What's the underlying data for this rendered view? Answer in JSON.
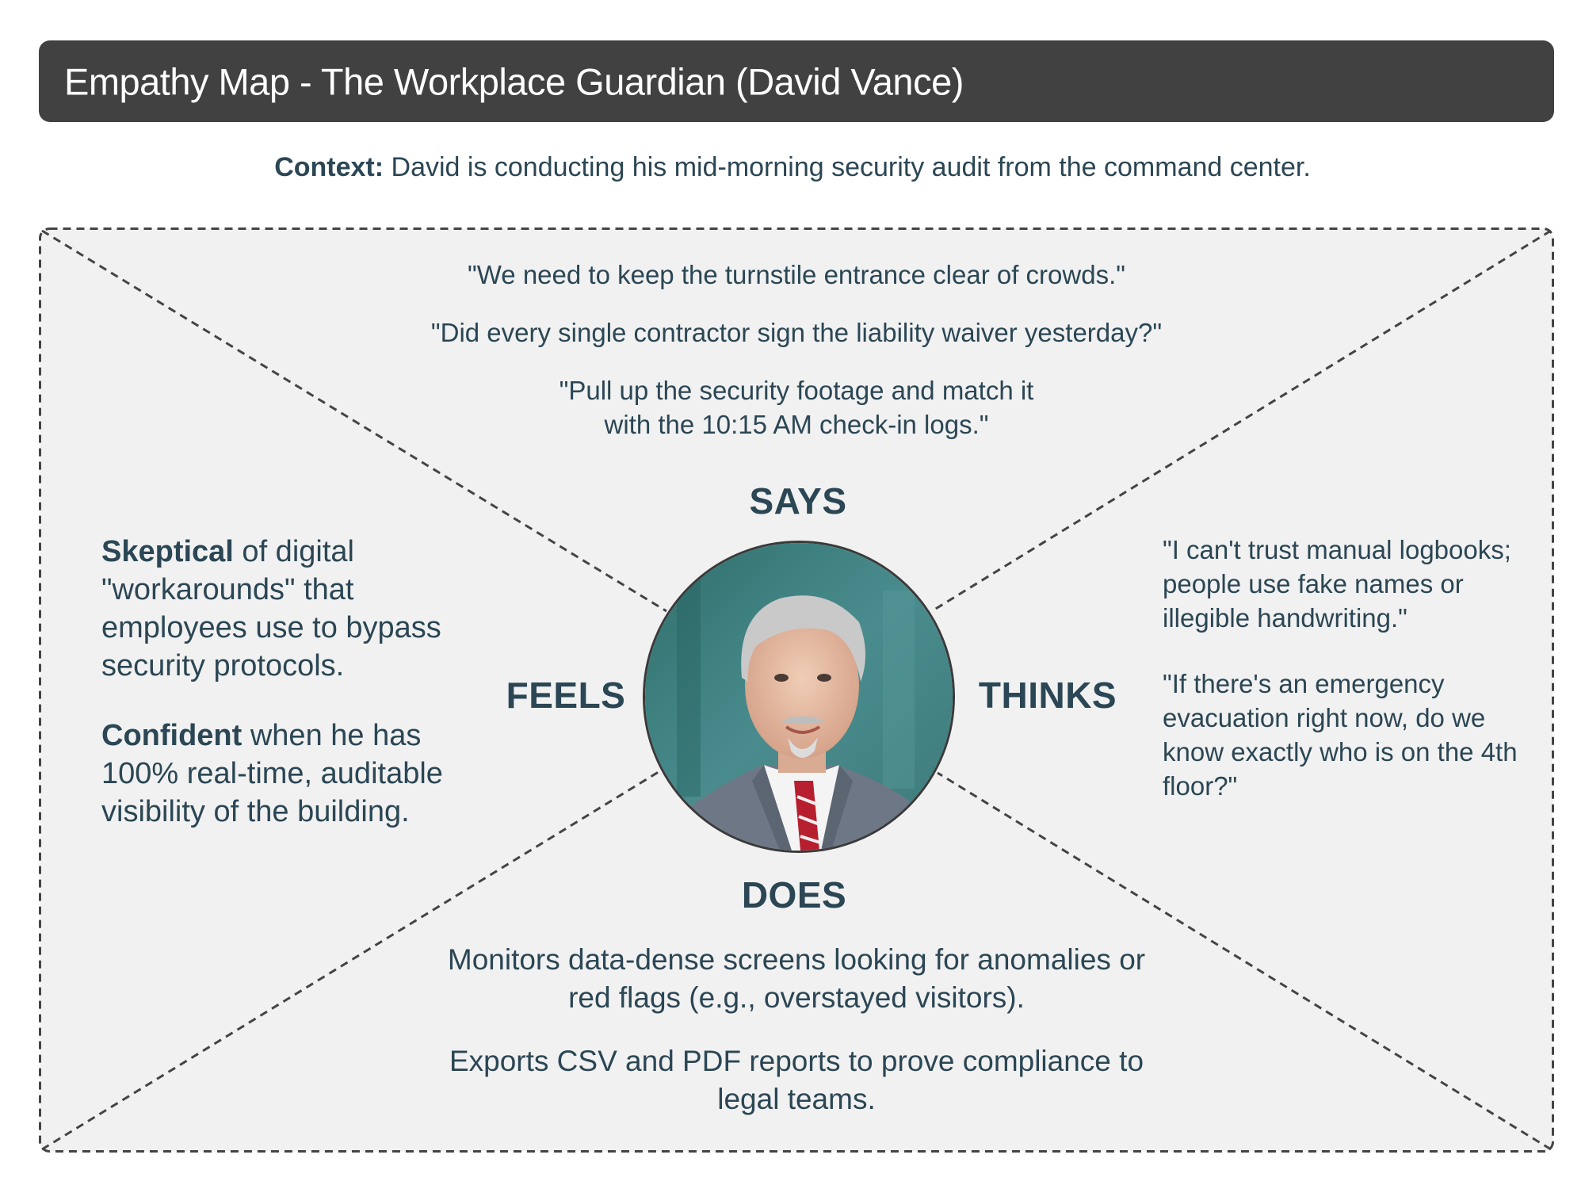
{
  "header": {
    "title": "Empathy Map - The Workplace Guardian (David Vance)"
  },
  "context": {
    "label": "Context:",
    "text": " David is conducting his mid-morning security audit from the command center."
  },
  "quadrants": {
    "says": {
      "label": "SAYS",
      "items": [
        "\"We need to keep the turnstile entrance clear of crowds.\"",
        "\"Did every single contractor sign the liability waiver yesterday?\"",
        "\"Pull up the security footage and match it with the 10:15 AM check-in logs.\""
      ]
    },
    "thinks": {
      "label": "THINKS",
      "items": [
        "\"I can't trust manual logbooks; people use fake names or illegible handwriting.\"",
        "\"If there's an emergency evacuation right now, do we know exactly who is on the 4th floor?\""
      ]
    },
    "feels": {
      "label": "FEELS",
      "items": [
        {
          "bold": "Skeptical",
          "text": " of digital \"workarounds\" that employees use to bypass security protocols."
        },
        {
          "bold": "Confident",
          "text": " when he has 100% real-time, auditable visibility of the building."
        }
      ]
    },
    "does": {
      "label": "DOES",
      "items": [
        "Monitors data-dense screens looking for anomalies or red flags (e.g., overstayed visitors).",
        "Exports CSV and PDF reports to prove compliance to legal teams."
      ]
    }
  },
  "colors": {
    "header_bg": "#414141",
    "text": "#2b4654",
    "map_bg": "#f1f1f1",
    "dash": "#444444"
  }
}
